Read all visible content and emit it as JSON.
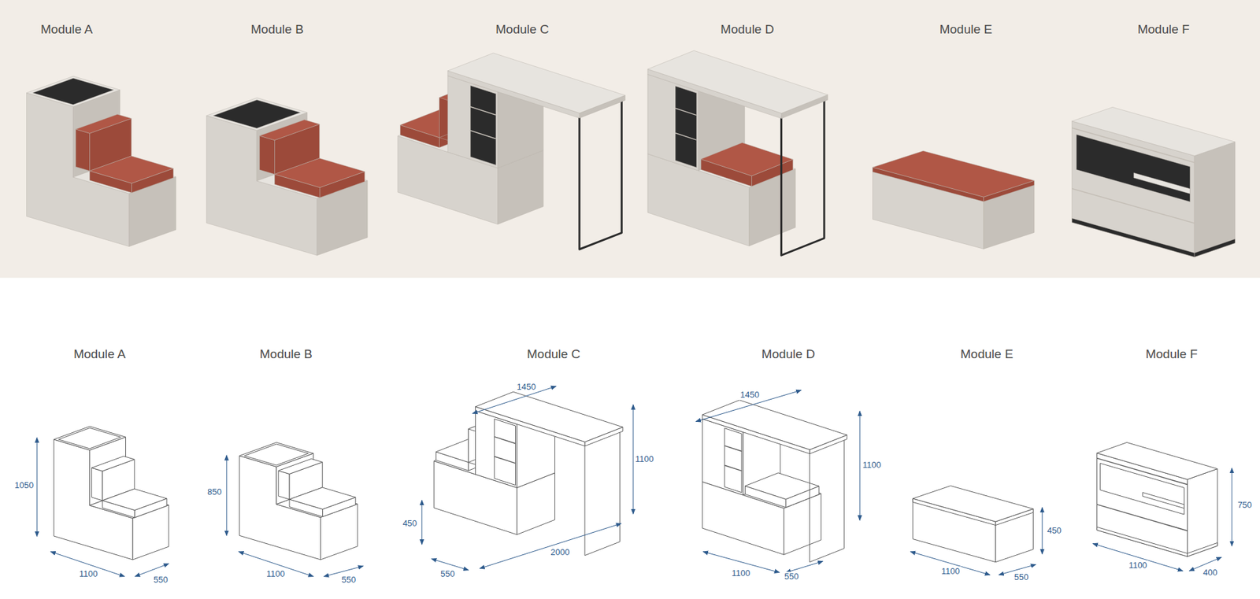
{
  "diagram": {
    "labels": [
      "Module A",
      "Module B",
      "Module C",
      "Module D",
      "Module E",
      "Module F",
      "Module A",
      "Module B",
      "Module C",
      "Module D",
      "Module E",
      "Module F",
      "1050",
      "1100",
      "550",
      "850",
      "1100",
      "550",
      "1450",
      "1100",
      "450",
      "2000",
      "550",
      "1450",
      "1100",
      "1100",
      "550",
      "450",
      "1100",
      "550",
      "750",
      "1100",
      "400"
    ]
  }
}
